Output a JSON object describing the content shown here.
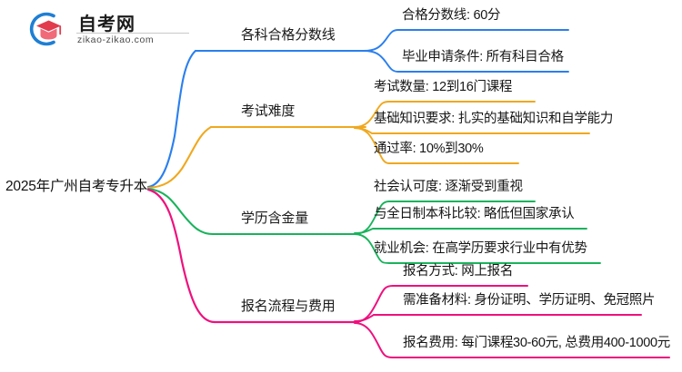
{
  "logo": {
    "name": "自考网",
    "domain": "zikao-zikao.com",
    "mark_icon": "graduation-cap-icon",
    "mark_colors": {
      "arc": "#1e7fd4",
      "cap": "#e23b4e",
      "cap_highlight": "#f06a7a"
    }
  },
  "mindmap": {
    "root": {
      "label": "2025年广州自考专升本"
    },
    "branches": [
      {
        "label": "各科合格分数线",
        "color": "#2a7fee",
        "children": [
          {
            "label": "合格分数线: 60分"
          },
          {
            "label": "毕业申请条件: 所有科目合格"
          }
        ]
      },
      {
        "label": "考试难度",
        "color": "#f0a81e",
        "children": [
          {
            "label": "考试数量: 12到16门课程"
          },
          {
            "label": "基础知识要求: 扎实的基础知识和自学能力"
          },
          {
            "label": "通过率: 10%到30%"
          }
        ]
      },
      {
        "label": "学历含金量",
        "color": "#19b35c",
        "children": [
          {
            "label": "社会认可度: 逐渐受到重视"
          },
          {
            "label": "与全日制本科比较: 略低但国家承认"
          },
          {
            "label": "就业机会: 在高学历要求行业中有优势"
          }
        ]
      },
      {
        "label": "报名流程与费用",
        "color": "#ee117e",
        "children": [
          {
            "label": "报名方式: 网上报名"
          },
          {
            "label": "需准备材料: 身份证明、学历证明、免冠照片"
          },
          {
            "label": "报名费用: 每门课程30-60元, 总费用400-1000元"
          }
        ]
      }
    ]
  }
}
